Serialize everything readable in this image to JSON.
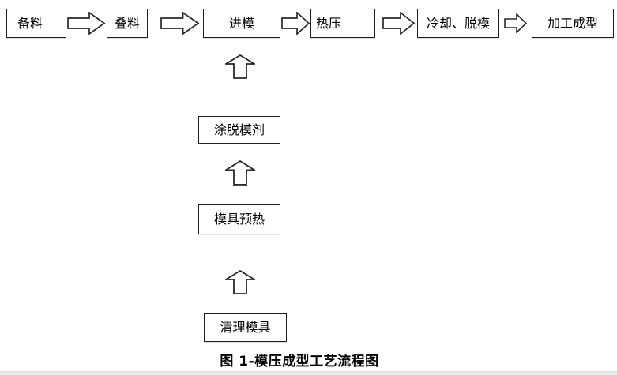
{
  "diagram": {
    "caption": "图 1-模压成型工艺流程图",
    "main_flow": {
      "description": "horizontal process sequence, left to right",
      "nodes": [
        {
          "label": "备料"
        },
        {
          "label": "叠料"
        },
        {
          "label": "进模"
        },
        {
          "label": "热压"
        },
        {
          "label": "冷却、脱模"
        },
        {
          "label": "加工成型"
        }
      ]
    },
    "prep_flow": {
      "description": "vertical preparation sequence, bottom to top, feeding into 进模",
      "nodes": [
        {
          "label": "清理模具"
        },
        {
          "label": "模具预热"
        },
        {
          "label": "涂脱模剂"
        }
      ]
    }
  },
  "colors": {
    "background": "#ffffff",
    "box_fill": "#ffffff",
    "box_border": "#1f1f1f",
    "text": "#000000",
    "bottom_strip": "#ebebeb"
  }
}
